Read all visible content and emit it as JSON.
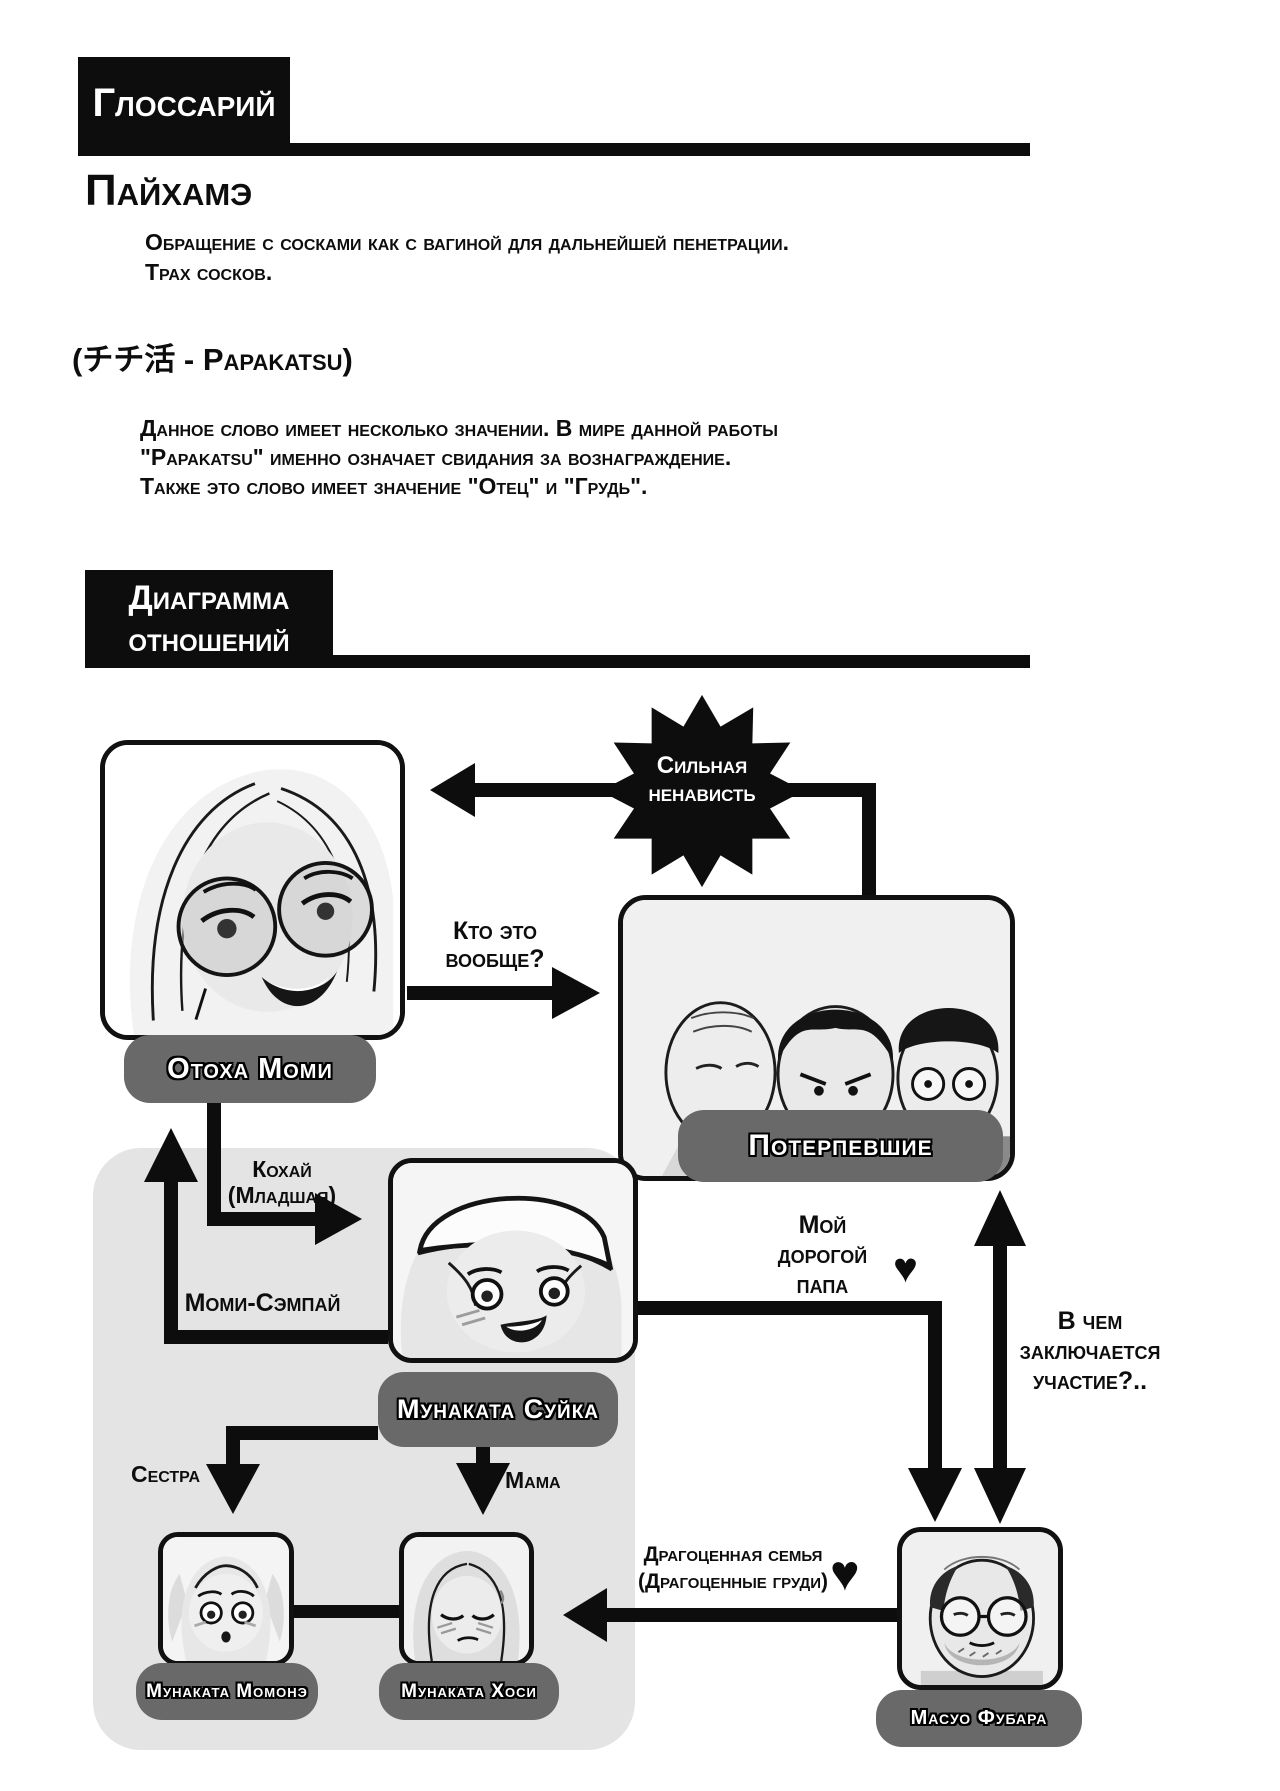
{
  "page": {
    "ink": "#0d0d0d",
    "badge_bg": "#696969",
    "family_box_bg": "#e4e4e4",
    "paper_bg": "#ffffff"
  },
  "glossary": {
    "header": "Глоссарий",
    "entry1": {
      "term": "Пайхамэ",
      "definition": [
        "Обращение с сосками как с вагиной для дальнейшей пенетрации.",
        "Трах сосков."
      ]
    },
    "entry2": {
      "term": "(チチ活 - Papakatsu)",
      "definition": [
        "Данное слово имеет несколько значении. В мире данной работы",
        "\"Papakatsu\" именно означает свидания за вознаграждение.",
        "Также это слово имеет значение \"Отец\" и \"Грудь\"."
      ]
    }
  },
  "diagram": {
    "header": [
      "Диаграмма",
      "отношений"
    ],
    "nodes": {
      "otoha": "Отоха Моми",
      "victims": "Потерпевшие",
      "suika": "Мунаката Суйка",
      "momone": "Мунаката Момонэ",
      "hoshi": "Мунаката Хоси",
      "masuo": "Масуо Фубара"
    },
    "labels": {
      "hate": [
        "Сильная",
        "ненависть"
      ],
      "who": [
        "Кто это",
        "вообще?"
      ],
      "kouhai": [
        "Кохай",
        "(Младшая)"
      ],
      "senpai": "Моми-Сэмпай",
      "sister": "Сестра",
      "mama": "Мама",
      "papa": [
        "Мой",
        "дорогой",
        "папа"
      ],
      "family": [
        "Драгоценная семья",
        "(Драгоценные груди)"
      ],
      "participation": [
        "В чем",
        "заключается",
        "участие?.."
      ],
      "heart": "♥"
    }
  }
}
